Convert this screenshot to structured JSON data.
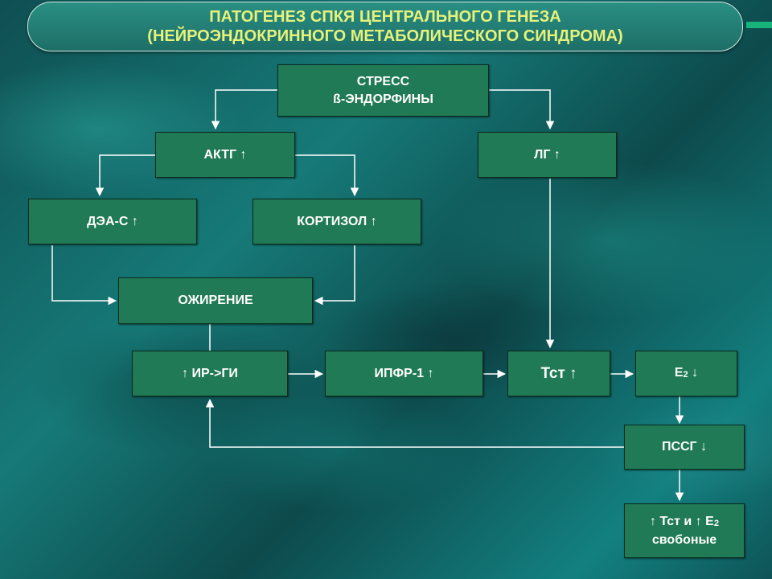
{
  "title": {
    "line1": "ПАТОГЕНЕЗ СПКЯ ЦЕНТРАЛЬНОГО ГЕНЕЗА",
    "line2": "(НЕЙРОЭНДОКРИННОГО МЕТАБОЛИЧЕСКОГО СИНДРОМА)"
  },
  "nodes": {
    "stress": {
      "line1": "СТРЕСС",
      "line2": "ß-ЭНДОРФИНЫ"
    },
    "actg": "АКТГ ↑",
    "lg": "ЛГ ↑",
    "dea": "ДЭА-С ↑",
    "cortisol": "КОРТИЗОЛ ↑",
    "obesity": "ОЖИРЕНИЕ",
    "ir": "↑ ИР->ГИ",
    "ipfr": "ИПФР-1 ↑",
    "tst": "Тст ↑",
    "e2": {
      "main": "Е",
      "sub": "2",
      "arrow": " ↓"
    },
    "pssg": "ПССГ ↓",
    "free": {
      "line1_a": "↑ Тст и ↑ Е",
      "line1_sub": "2",
      "line2": "свобоные"
    }
  },
  "colors": {
    "title_text": "#e6f27a",
    "box_fill": "#1f7a55",
    "connector": "#ffffff"
  }
}
